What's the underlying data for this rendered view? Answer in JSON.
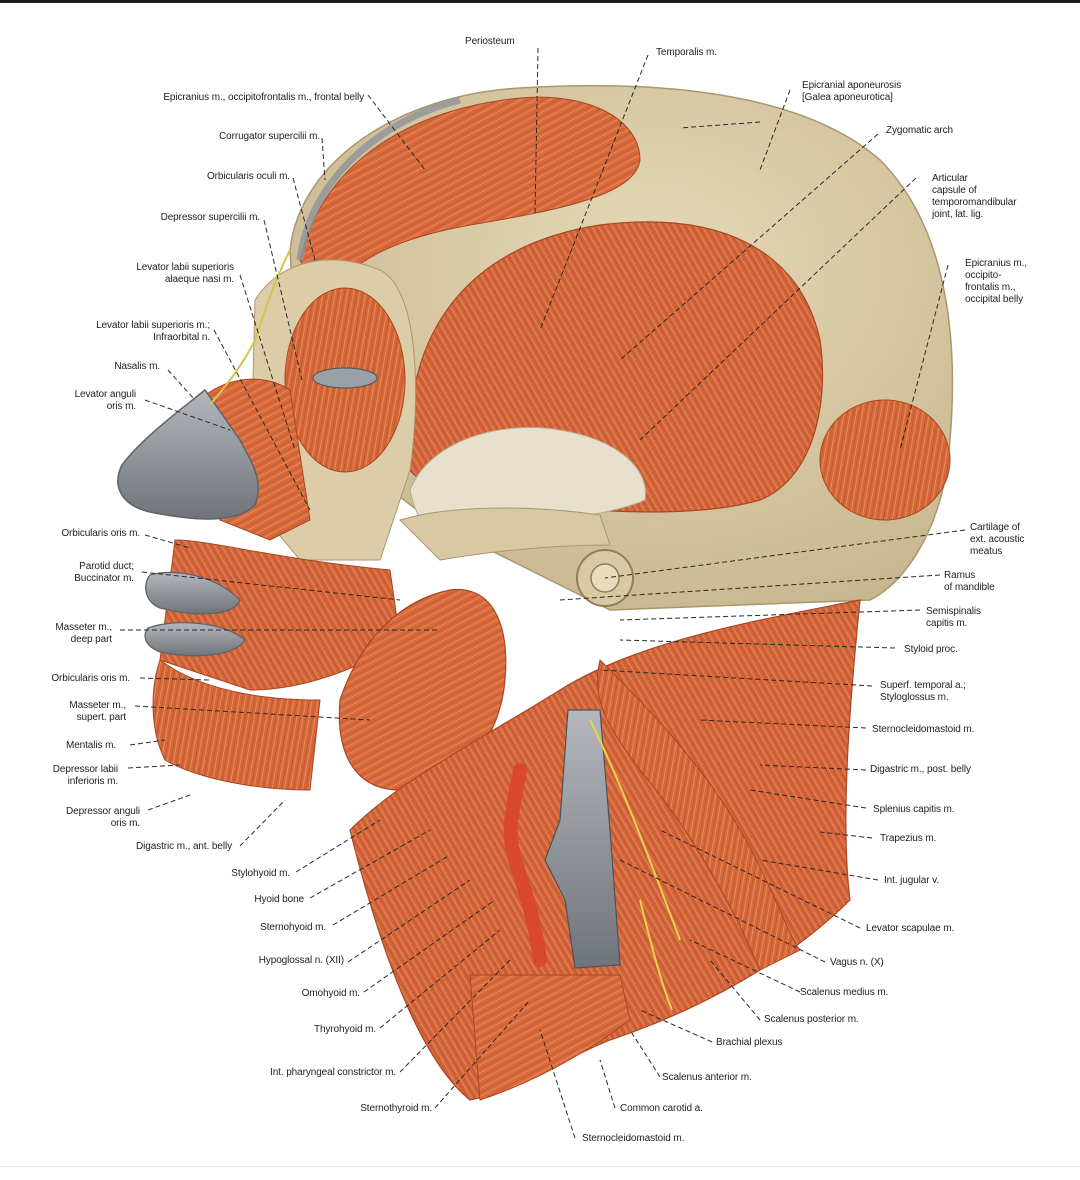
{
  "colors": {
    "muscle": "#d86a3c",
    "muscle_dark": "#b7502a",
    "muscle_light": "#ee9768",
    "bone": "#dccda8",
    "bone_shade": "#c4b48b",
    "nose_lips": "#8f949a",
    "tendon": "#e9e3cf",
    "leader": "#2a2a2a",
    "nerve": "#e8d34a",
    "vein": "#6e7479",
    "artery": "#d9472d"
  },
  "labels": {
    "periosteum": "Periosteum",
    "temporalis": "Temporalis m.",
    "epicranial_aponeurosis": "Epicranial aponeurosis\n[Galea aponeurotica]",
    "epicranius_frontal": "Epicranius m., occipitofrontalis m., frontal belly",
    "corrugator": "Corrugator supercilii m.",
    "zygomatic_arch": "Zygomatic arch",
    "orbicularis_oculi": "Orbicularis oculi m.",
    "articular_capsule": "Articular\ncapsule of\ntemporomandibular\njoint, lat. lig.",
    "depressor_supercilii": "Depressor supercilii m.",
    "levator_labii_alaeque": "Levator labii superioris\nalaeque nasi m.",
    "epicranius_occipital": "Epicranius m.,\noccipito-\nfrontalis m.,\noccipital belly",
    "levator_labii_sup": "Levator labii superioris m.;\nInfraorbital n.",
    "nasalis": "Nasalis m.",
    "levator_anguli": "Levator anguli\noris m.",
    "orbicularis_oris_1": "Orbicularis oris m.",
    "cartilage_meatus": "Cartilage of\next. acoustic\nmeatus",
    "parotid_duct": "Parotid duct;\nBuccinator m.",
    "ramus": "Ramus\nof mandible",
    "semispinalis": "Semispinalis\ncapitis m.",
    "masseter_deep": "Masseter m.,\ndeep part",
    "styloid": "Styloid proc.",
    "orbicularis_oris_2": "Orbicularis oris m.",
    "superf_temporal": "Superf. temporal a.;\nStyloglossus m.",
    "masseter_superf": "Masseter m.,\nsupert. part",
    "sternocleidomastoid_1": "Sternocleidomastoid m.",
    "mentalis": "Mentalis m.",
    "depressor_labii": "Depressor labii\ninferioris m.",
    "digastric_post": "Digastric m., post. belly",
    "depressor_anguli": "Depressor anguli\noris m.",
    "splenius": "Splenius capitis m.",
    "digastric_ant": "Digastric m., ant. belly",
    "trapezius": "Trapezius m.",
    "stylohyoid": "Stylohyoid m.",
    "int_jugular": "Int. jugular v.",
    "hyoid": "Hyoid bone",
    "sternohyoid": "Sternohyoid m.",
    "levator_scapulae": "Levator scapulae m.",
    "hypoglossal": "Hypoglossal n. (XII)",
    "vagus": "Vagus n. (X)",
    "omohyoid": "Omohyoid m.",
    "scalenus_medius": "Scalenus medius m.",
    "scalenus_posterior": "Scalenus posterior m.",
    "thyrohyoid": "Thyrohyoid m.",
    "brachial_plexus": "Brachial plexus",
    "int_pharyngeal": "Int. pharyngeal constrictor m.",
    "scalenus_anterior": "Scalenus anterior m.",
    "sternothyroid": "Sternothyroid m.",
    "common_carotid": "Common carotid a.",
    "sternocleidomastoid_2": "Sternocleidomastoid m."
  }
}
